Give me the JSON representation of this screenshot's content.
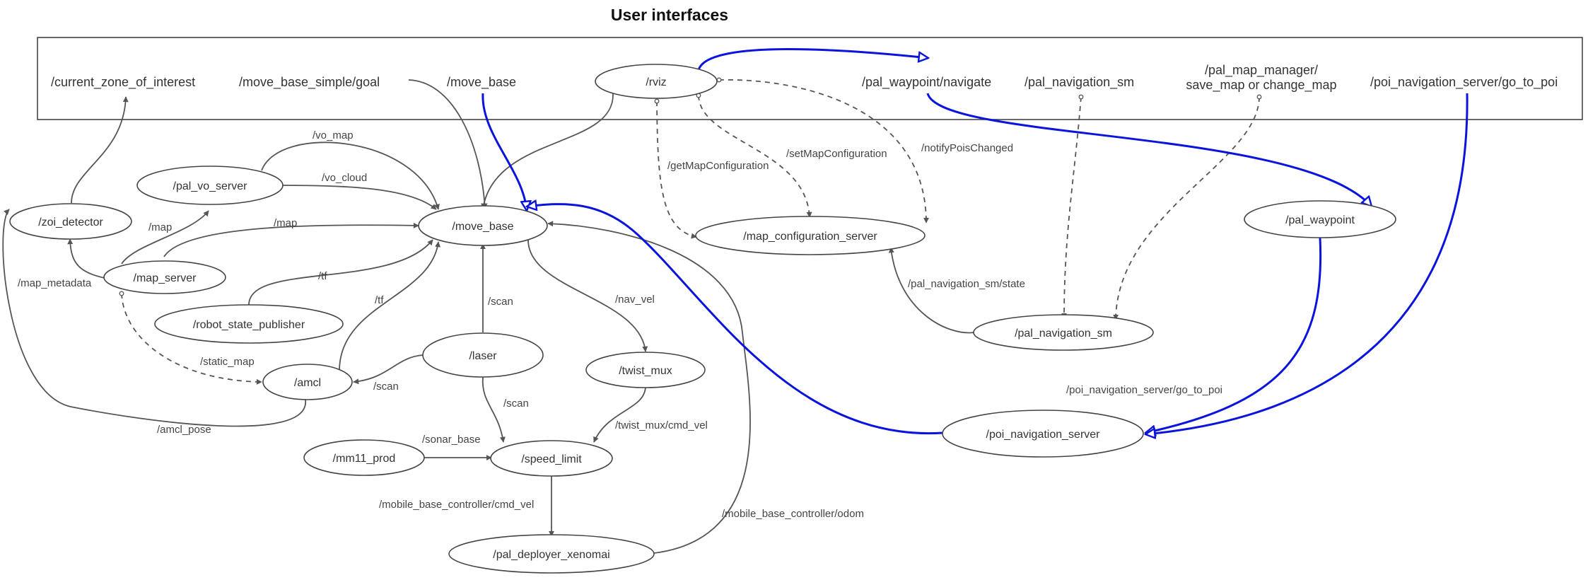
{
  "title": "User interfaces",
  "colors": {
    "interface_link": "#0a14dc",
    "edge": "#555555",
    "node_border": "#444444"
  },
  "user_interface_topics": {
    "current_zone": "/current_zone_of_interest",
    "move_base_simple": "/move_base_simple/goal",
    "move_base": "/move_base",
    "rviz": "/rviz",
    "waypoint_navigate": "/pal_waypoint/navigate",
    "pal_navigation_sm": "/pal_navigation_sm",
    "map_manager_line1": "/pal_map_manager/",
    "map_manager_line2": "save_map or change_map",
    "poi_go_to": "/poi_navigation_server/go_to_poi"
  },
  "nodes": {
    "zoi_detector": "/zoi_detector",
    "pal_vo_server": "/pal_vo_server",
    "move_base": "/move_base",
    "map_server": "/map_server",
    "robot_state_publisher": "/robot_state_publisher",
    "laser": "/laser",
    "amcl": "/amcl",
    "twist_mux": "/twist_mux",
    "mm11_prod": "/mm11_prod",
    "speed_limit": "/speed_limit",
    "pal_deployer_xenomai": "/pal_deployer_xenomai",
    "map_configuration_server": "/map_configuration_server",
    "pal_waypoint": "/pal_waypoint",
    "pal_navigation_sm": "/pal_navigation_sm",
    "poi_navigation_server": "/poi_navigation_server"
  },
  "edge_labels": {
    "vo_map": "/vo_map",
    "vo_cloud": "/vo_cloud",
    "map_vo": "/map",
    "map_mb": "/map",
    "map_metadata": "/map_metadata",
    "tf_rsp": "/tf",
    "tf_amcl": "/tf",
    "scan_mb": "/scan",
    "static_map": "/static_map",
    "scan_amcl": "/scan",
    "amcl_pose": "/amcl_pose",
    "nav_vel": "/nav_vel",
    "scan_sl": "/scan",
    "twist_mux_cmd_vel": "/twist_mux/cmd_vel",
    "sonar_base": "/sonar_base",
    "mobile_base_cmd_vel": "/mobile_base_controller/cmd_vel",
    "mobile_base_odom": "/mobile_base_controller/odom",
    "get_map_config": "/getMapConfiguration",
    "set_map_config": "/setMapConfiguration",
    "notify_pois": "/notifyPoisChanged",
    "nav_sm_state": "/pal_navigation_sm/state",
    "poi_go_to_label": "/poi_navigation_server/go_to_poi"
  }
}
